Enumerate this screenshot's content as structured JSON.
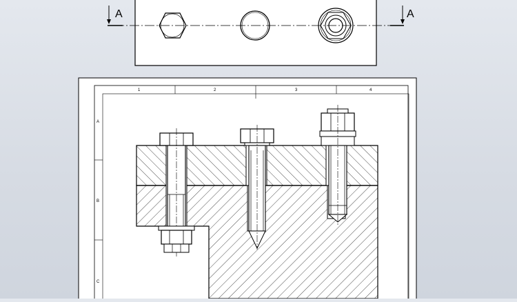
{
  "section_label_left": "A",
  "section_label_right": "A",
  "zone_columns": [
    "1",
    "2",
    "3",
    "4"
  ],
  "zone_rows": [
    "A",
    "B",
    "C"
  ],
  "colors": {
    "background": "#dde1e8",
    "sheet": "#ffffff",
    "line": "#000000",
    "hatch": "#000000"
  }
}
